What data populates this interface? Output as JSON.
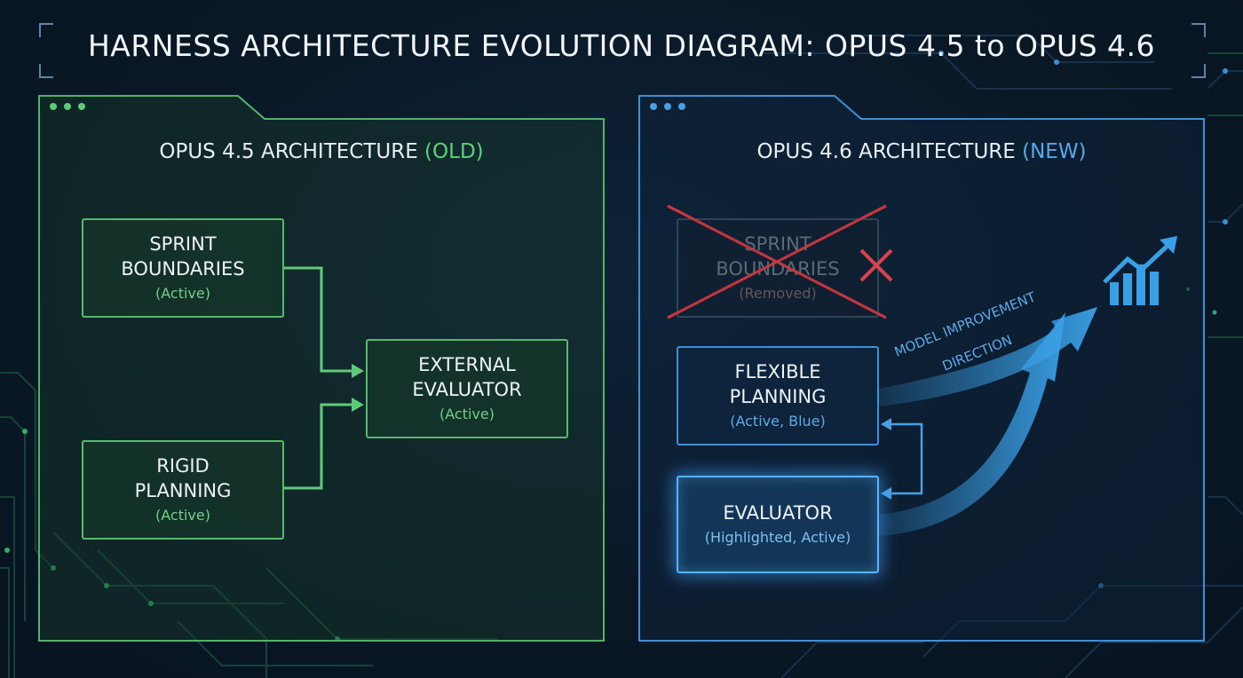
{
  "title": "HARNESS ARCHITECTURE EVOLUTION DIAGRAM: OPUS 4.5 to OPUS 4.6",
  "colors": {
    "old_accent": "#58b86c",
    "new_accent": "#3f8fd4",
    "removed_cross": "#d23b45",
    "arrow_blue": "#3aa0e6"
  },
  "old_panel": {
    "title_main": "OPUS 4.5 ARCHITECTURE",
    "title_tag": "(OLD)",
    "sprint": {
      "line1": "SPRINT",
      "line2": "BOUNDARIES",
      "status": "(Active)"
    },
    "rigid": {
      "line1": "RIGID",
      "line2": "PLANNING",
      "status": "(Active)"
    },
    "external": {
      "line1": "EXTERNAL",
      "line2": "EVALUATOR",
      "status": "(Active)"
    }
  },
  "new_panel": {
    "title_main": "OPUS 4.6 ARCHITECTURE",
    "title_tag": "(NEW)",
    "sprint": {
      "line1": "SPRINT",
      "line2": "BOUNDARIES",
      "status": "(Removed)"
    },
    "flexible": {
      "line1": "FLEXIBLE",
      "line2": "PLANNING",
      "status": "(Active, Blue)"
    },
    "evaluator": {
      "line1": "EVALUATOR",
      "status": "(Highlighted, Active)"
    },
    "arrow_label_1": "MODEL IMPROVEMENT",
    "arrow_label_2": "DIRECTION",
    "icons": [
      "removed-x-icon",
      "growth-chart-icon",
      "window-dots-icon"
    ]
  }
}
